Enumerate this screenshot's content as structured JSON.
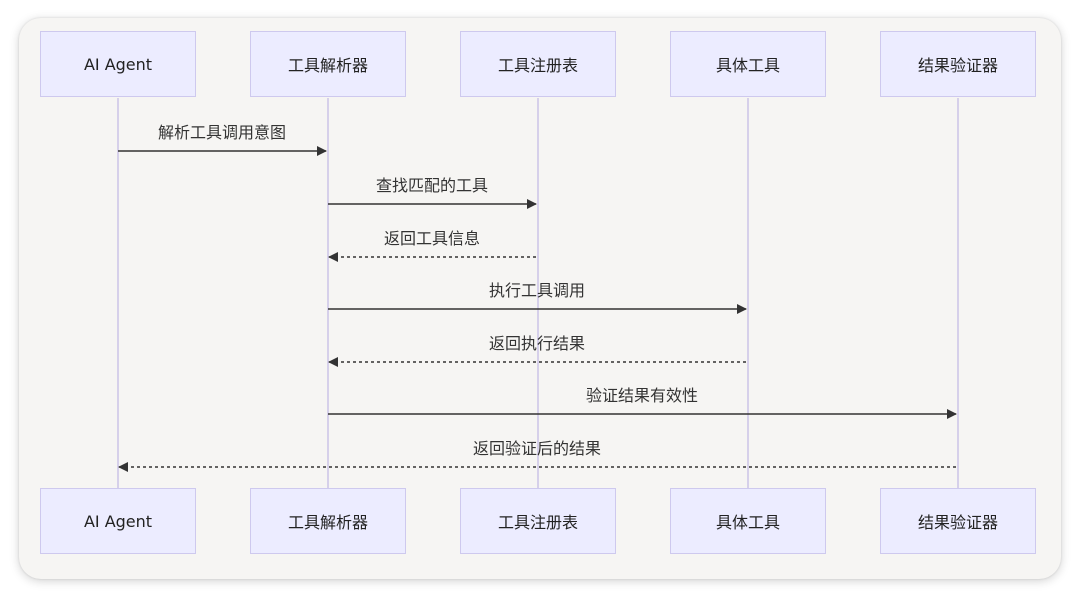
{
  "diagram": {
    "type": "sequence",
    "participants": [
      {
        "id": "agent",
        "label": "AI Agent"
      },
      {
        "id": "parser",
        "label": "工具解析器"
      },
      {
        "id": "registry",
        "label": "工具注册表"
      },
      {
        "id": "tool",
        "label": "具体工具"
      },
      {
        "id": "validator",
        "label": "结果验证器"
      }
    ],
    "messages": [
      {
        "from": "agent",
        "to": "parser",
        "label": "解析工具调用意图",
        "style": "solid"
      },
      {
        "from": "parser",
        "to": "registry",
        "label": "查找匹配的工具",
        "style": "solid"
      },
      {
        "from": "registry",
        "to": "parser",
        "label": "返回工具信息",
        "style": "dashed"
      },
      {
        "from": "parser",
        "to": "tool",
        "label": "执行工具调用",
        "style": "solid"
      },
      {
        "from": "tool",
        "to": "parser",
        "label": "返回执行结果",
        "style": "dashed"
      },
      {
        "from": "parser",
        "to": "validator",
        "label": "验证结果有效性",
        "style": "solid"
      },
      {
        "from": "validator",
        "to": "agent",
        "label": "返回验证后的结果",
        "style": "dashed"
      }
    ]
  },
  "colors": {
    "actor_fill": "#ececff",
    "actor_border": "#cec9ee",
    "lifeline": "#d6d0ea",
    "arrow": "#333333",
    "background": "#f6f5f3"
  }
}
